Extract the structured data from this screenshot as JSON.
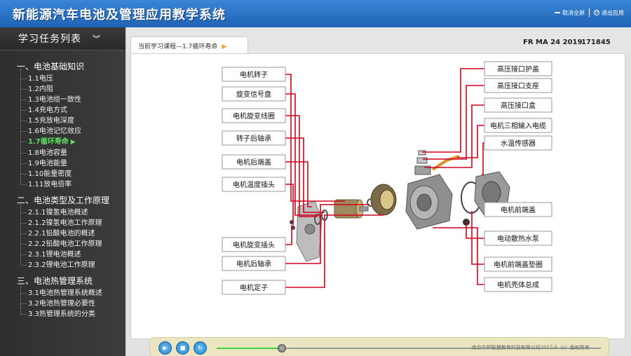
{
  "header": {
    "title": "新能源汽车电池及管理应用教学系统",
    "minimize_label": "取消全屏",
    "exit_label": "退出应用"
  },
  "sidebar": {
    "title": "学习任务列表",
    "sections": [
      {
        "label": "一、电池基础知识",
        "items": [
          "1.1电压",
          "1.2内阻",
          "1.3电池组一致性",
          "1.4充电方式",
          "1.5充放电深度",
          "1.6电池记忆效应",
          "1.7循环寿命",
          "1.8电池容量",
          "1.9电池能量",
          "1.10能量密度",
          "1.11放电倍率"
        ]
      },
      {
        "label": "二、电池类型及工作原理",
        "items": [
          "2.1.1镍氢电池概述",
          "2.1.2镍氢电池工作原理",
          "2.2.1铅酸电池的概述",
          "2.2.2铅酸电池工作原理",
          "2.3.1锂电池概述",
          "2.3.2锂电池工作原理"
        ]
      },
      {
        "label": "三、电池热管理系统",
        "items": [
          "3.1电池热管理系统概述",
          "3.2电池热管理必要性",
          "3.3热管理系统的分类"
        ]
      }
    ],
    "active_item": "1.7循环寿命"
  },
  "tab": {
    "course_label": "当前学习课程",
    "course_name": "—1.7循环寿命",
    "code_label": "FR MA 24 2019",
    "code_value": "171845"
  },
  "diagram": {
    "left_labels": [
      "电机转子",
      "旋变信号盘",
      "电机旋变线圈",
      "转子后轴承",
      "电机后端盖",
      "电机温度插头",
      "电机旋变插头",
      "电机后轴承",
      "电机定子"
    ],
    "right_labels": [
      "高压接口护盖",
      "高压接口支座",
      "高压接口盒",
      "电机三相输入电缆",
      "水温传感器",
      "电机前端盖",
      "电动散热水泵",
      "电机前端盖垫圈",
      "电机壳体总成"
    ],
    "label_color": "#d0021b"
  },
  "player": {
    "progress": 0.17,
    "buttons": [
      "play",
      "stop",
      "replay"
    ]
  },
  "footer": {
    "copyright": "南京中邦智慧教育科技有限公司2015.6（c）版权所有"
  }
}
